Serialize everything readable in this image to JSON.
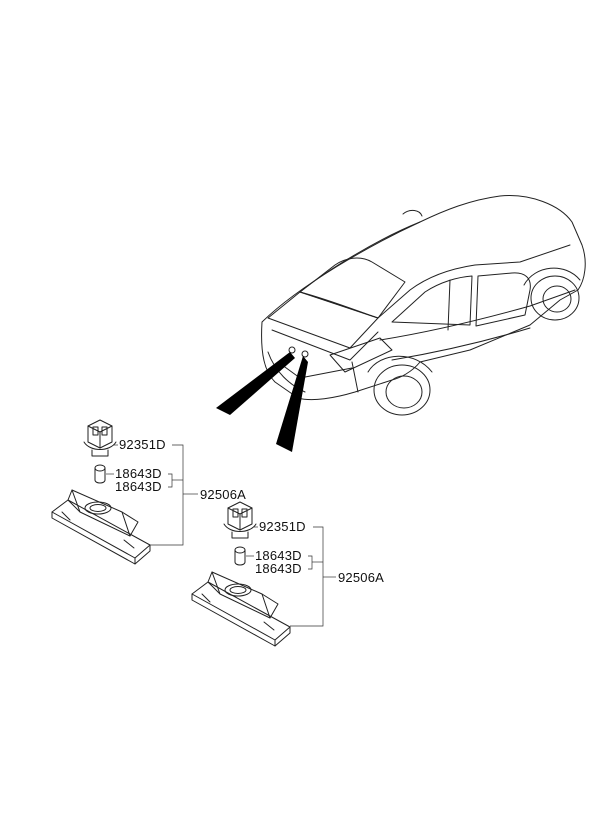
{
  "callouts": {
    "group_a": {
      "socket": "92351D",
      "bulb_1": "18643D",
      "bulb_2": "18643D",
      "assembly": "92506A"
    },
    "group_b": {
      "socket": "92351D",
      "bulb_1": "18643D",
      "bulb_2": "18643D",
      "assembly": "92506A"
    }
  },
  "colors": {
    "line": "#222222",
    "fill": "#ffffff",
    "leader_stripe": "#000000"
  }
}
